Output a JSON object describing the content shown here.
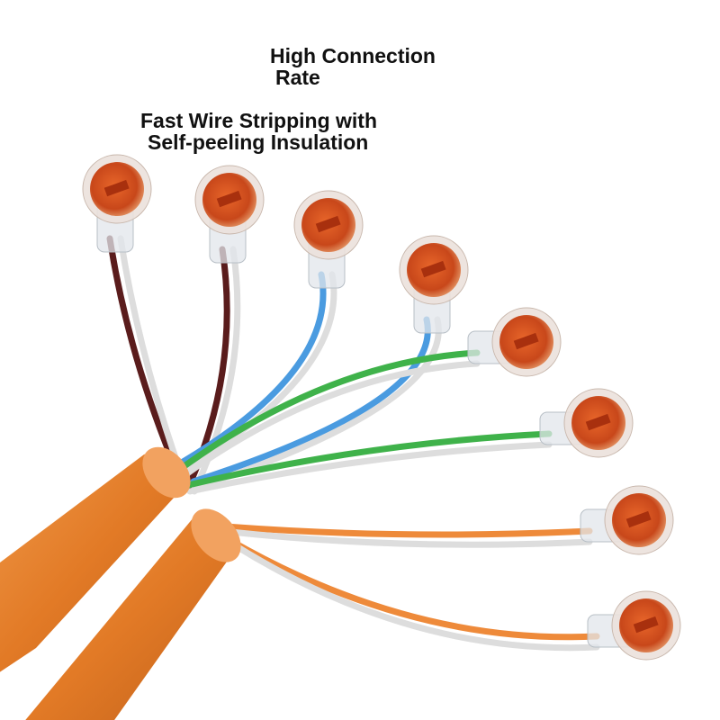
{
  "captions": {
    "connection": {
      "line1": "High Connection",
      "line2": "Rate"
    },
    "stripping": {
      "line1": "Fast Wire Stripping with",
      "line2": "Self-peeling Insulation"
    }
  },
  "colors": {
    "cable_jacket": "#e8802f",
    "connector_cap": "#d9541a",
    "wire_brown": "#5a1c1c",
    "wire_blue": "#4a9be0",
    "wire_green": "#3fb24a",
    "wire_orange": "#ee8a3a"
  }
}
